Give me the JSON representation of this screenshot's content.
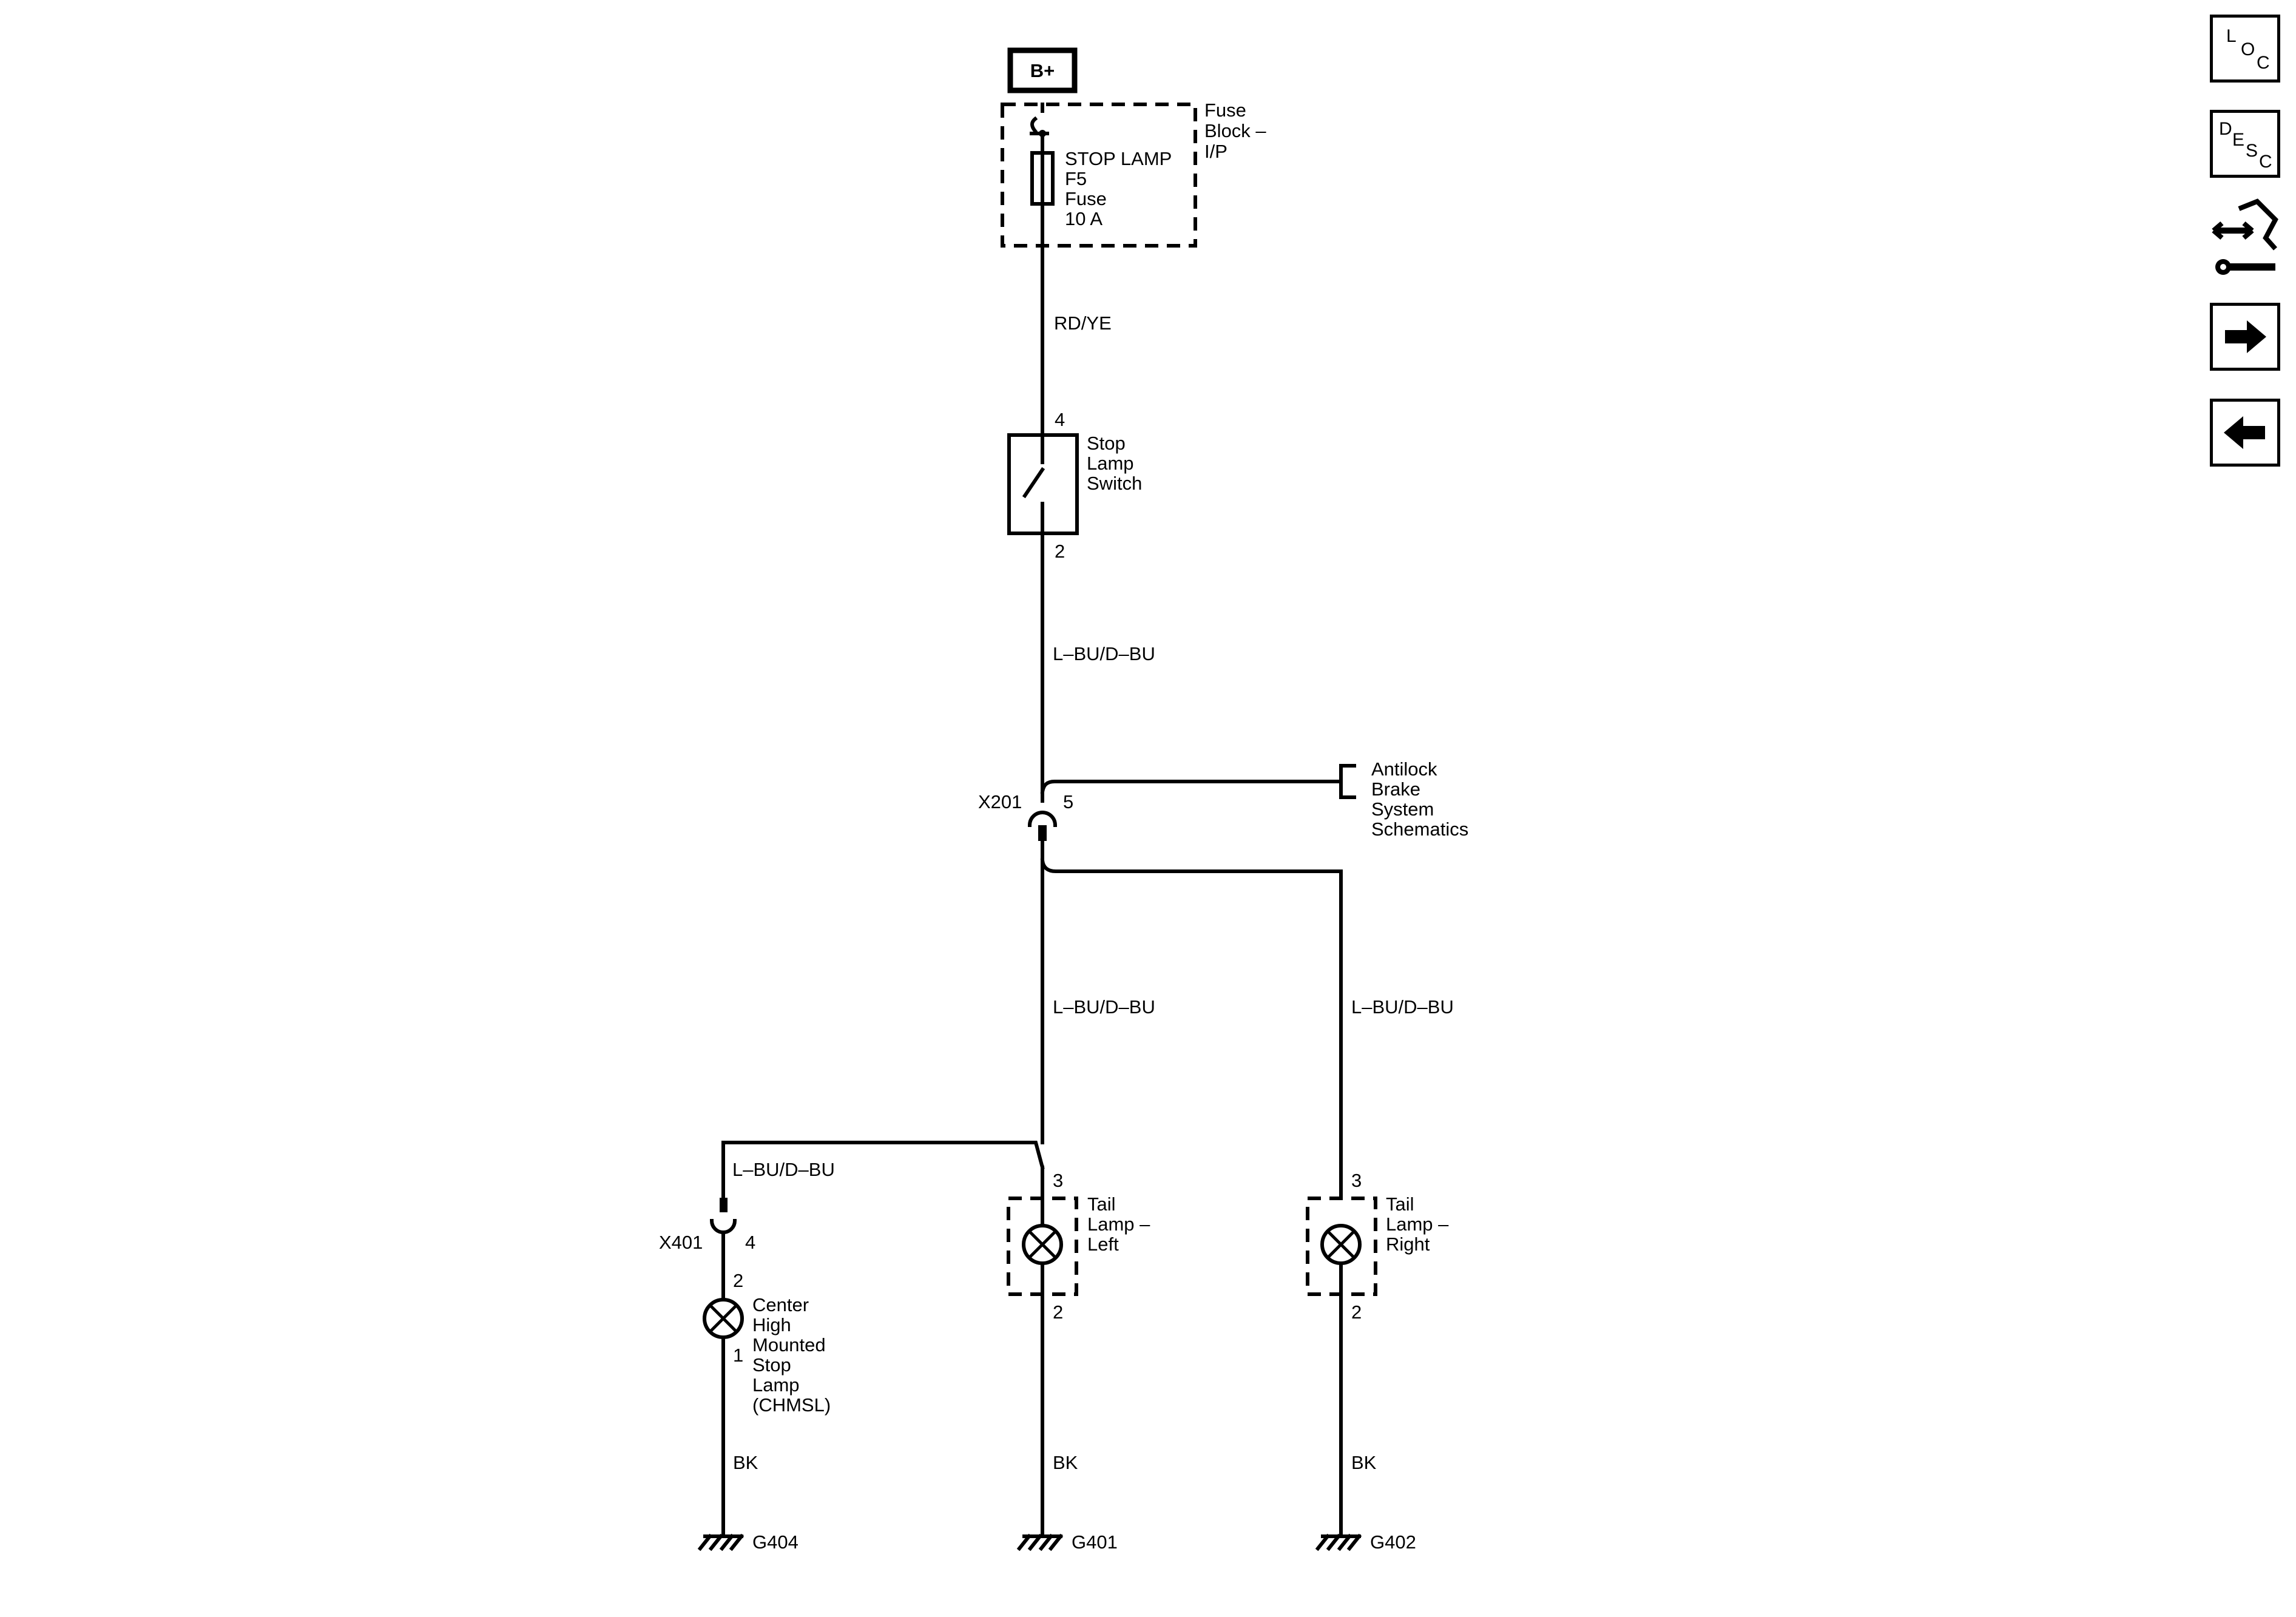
{
  "supply": {
    "label": "B+"
  },
  "fuse_block": {
    "name": [
      "Fuse",
      "Block –",
      "I/P"
    ]
  },
  "fuse": {
    "label": [
      "STOP LAMP",
      "F5",
      "Fuse",
      "10 A"
    ]
  },
  "wires": {
    "supply_wire": "RD/YE",
    "switch_out": "L–BU/D–BU",
    "left_branch": "L–BU/D–BU",
    "right_branch": "L–BU/D–BU",
    "chmsl_branch": "L–BU/D–BU",
    "ground_chmsl": "BK",
    "ground_left": "BK",
    "ground_right": "BK"
  },
  "stop_lamp_switch": {
    "name": [
      "Stop",
      "Lamp",
      "Switch"
    ],
    "pin_in": "4",
    "pin_out": "2"
  },
  "connector_x201": {
    "name": "X201",
    "pin": "5"
  },
  "abs_ref": {
    "text": [
      "Antilock",
      "Brake",
      "System",
      "Schematics"
    ]
  },
  "connector_x401": {
    "name": "X401",
    "pin": "4"
  },
  "chmsl": {
    "name": [
      "Center",
      "High",
      "Mounted",
      "Stop",
      "Lamp",
      "(CHMSL)"
    ],
    "pin_top": "2",
    "pin_bottom": "1"
  },
  "tail_lamp_left": {
    "name": [
      "Tail",
      "Lamp –",
      "Left"
    ],
    "pin_top": "3",
    "pin_bottom": "2"
  },
  "tail_lamp_right": {
    "name": [
      "Tail",
      "Lamp –",
      "Right"
    ],
    "pin_top": "3",
    "pin_bottom": "2"
  },
  "grounds": {
    "chmsl": "G404",
    "left": "G401",
    "right": "G402"
  },
  "nav": {
    "loc": [
      "L",
      "O",
      "C"
    ],
    "desc": [
      "D",
      "E",
      "S",
      "C"
    ],
    "icons": [
      "connector-repair-icon",
      "arrow-right-icon",
      "arrow-left-icon"
    ]
  }
}
